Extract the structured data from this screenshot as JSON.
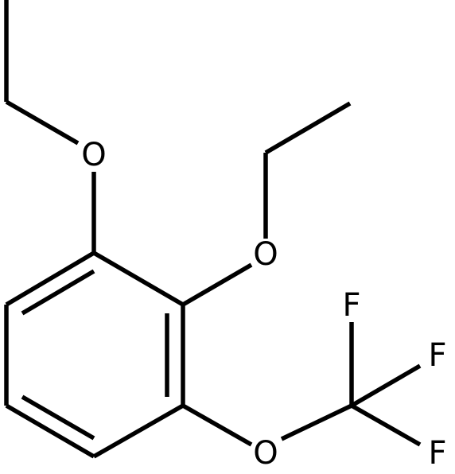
{
  "molecule": {
    "atoms": {
      "o1": "O",
      "o2": "O",
      "o3": "O",
      "f1": "F",
      "f2": "F",
      "f3": "F"
    }
  }
}
